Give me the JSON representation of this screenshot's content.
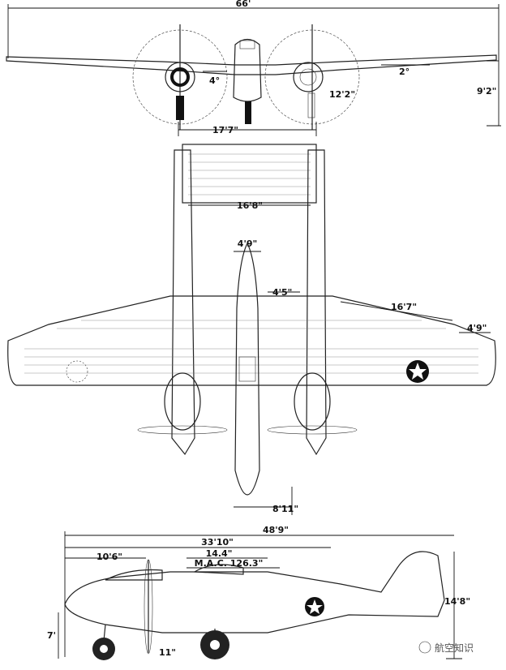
{
  "front_view": {
    "span": "66'",
    "dihedral_inner": "4°",
    "dihedral_outer": "2°",
    "height": "9'2\"",
    "prop_dia": "12'2\"",
    "track": "17'7\""
  },
  "top_view": {
    "tail_span": "16'8\"",
    "nacelle_width": "4'9\"",
    "nacelle_gap": "4'5\"",
    "outer_wing": "16'7\"",
    "aileron": "4'9\"",
    "fuselage_width": "8'11\""
  },
  "side_view": {
    "length": "48'9\"",
    "boom_length": "33'10\"",
    "nose_to_prop": "10'6\"",
    "mac_offset": "14.4\"",
    "mac": "M.A.C. 126.3\"",
    "tail_height": "14'8\"",
    "ground": "7'",
    "wheel": "11\""
  },
  "watermark": "航空知识"
}
